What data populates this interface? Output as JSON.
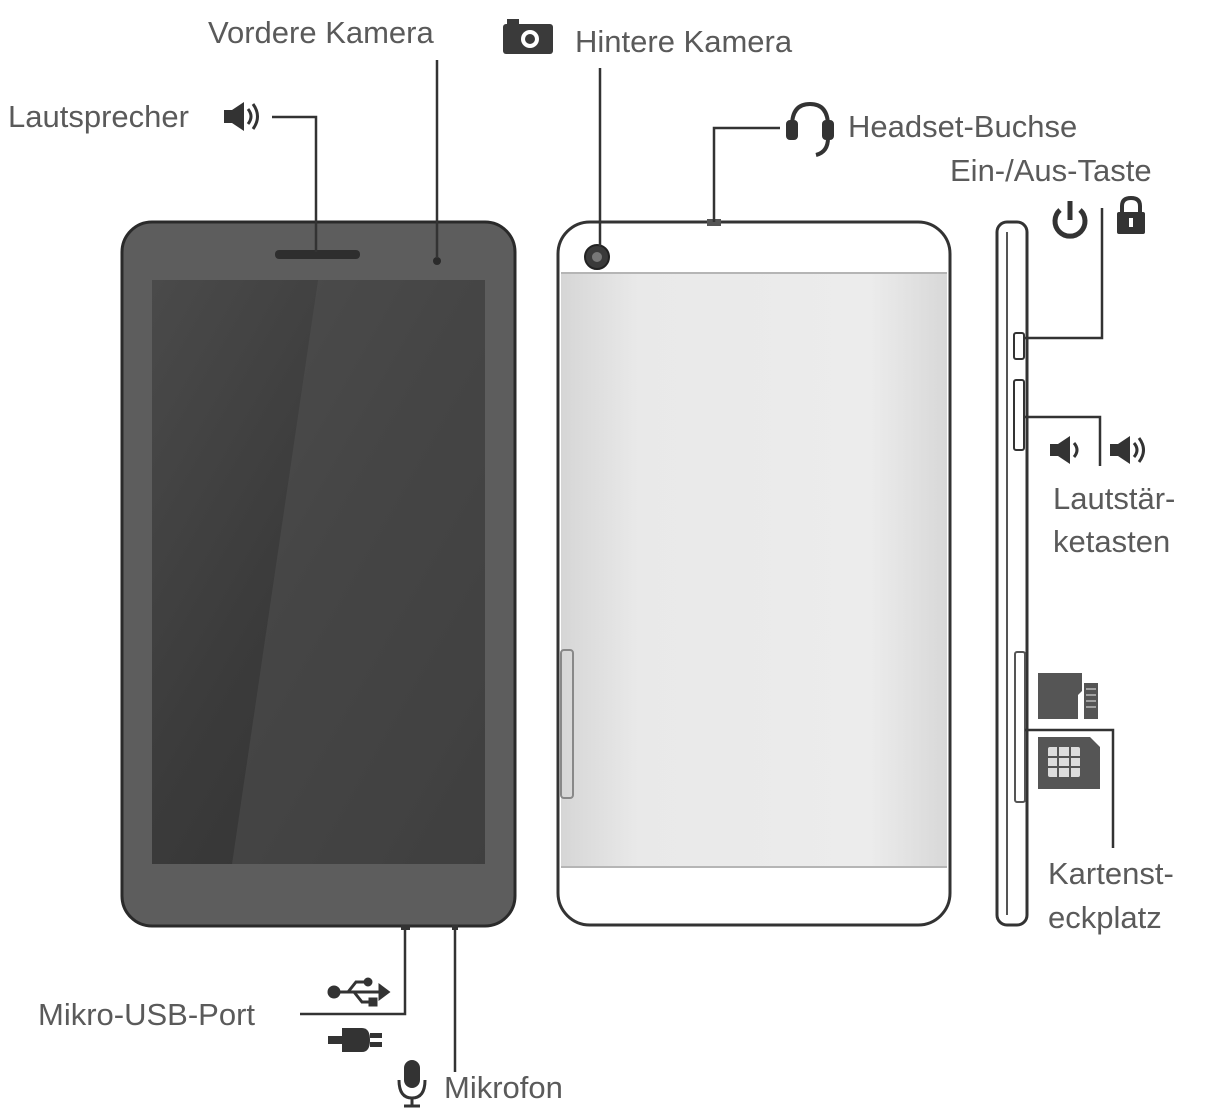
{
  "labels": {
    "front_camera": "Vordere Kamera",
    "rear_camera": "Hintere Kamera",
    "speaker": "Lautsprecher",
    "headset_jack": "Headset-Buchse",
    "power_key": "Ein-/Aus-Taste",
    "volume_keys_line1": "Lautstär-",
    "volume_keys_line2": "ketasten",
    "card_slot_line1": "Kartenst-",
    "card_slot_line2": "eckplatz",
    "usb_port": "Mikro-USB-Port",
    "microphone": "Mikrofon"
  },
  "icons": {
    "speaker": "speaker-icon",
    "camera": "camera-icon",
    "headset": "headset-icon",
    "power": "power-icon",
    "lock": "lock-icon",
    "volume_down": "volume-down-icon",
    "volume_up": "volume-up-icon",
    "microsd": "microsd-card-icon",
    "sim": "sim-card-icon",
    "usb": "usb-icon",
    "plug": "plug-icon",
    "microphone": "microphone-icon"
  },
  "colors": {
    "front_body": "#5d5d5d",
    "screen": "#3a3a3a",
    "back_panel": "#e6e6e6",
    "outline": "#333333",
    "text": "#5a5a5a"
  }
}
